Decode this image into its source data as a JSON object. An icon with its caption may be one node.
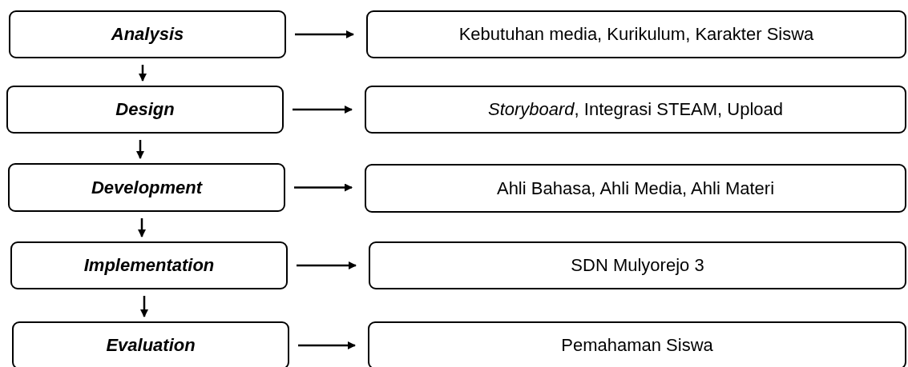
{
  "diagram": {
    "nodes": [
      {
        "text": [
          "Analysis"
        ]
      },
      {
        "text": [
          "Kebutuhan media, Kurikulum, Karakter Siswa"
        ]
      },
      {
        "text": [
          "Design"
        ]
      },
      {
        "text": [
          "*Storyboard*, Integrasi STEAM, Upload"
        ]
      },
      {
        "text": [
          "Development"
        ]
      },
      {
        "text": [
          "Ahli Bahasa, Ahli Media, Ahli Materi"
        ]
      },
      {
        "text": [
          "Implementation"
        ]
      },
      {
        "text": [
          "SDN Mulyorejo 3"
        ]
      },
      {
        "text": [
          "Evaluation"
        ]
      },
      {
        "text": [
          "Pemahaman Siswa"
        ]
      }
    ],
    "edges": [
      {
        "from": 0,
        "to": 1,
        "arrow": "to"
      },
      {
        "from": 0,
        "to": 2,
        "arrow": "to"
      },
      {
        "from": 2,
        "to": 3,
        "arrow": "to"
      },
      {
        "from": 2,
        "to": 4,
        "arrow": "to"
      },
      {
        "from": 4,
        "to": 5,
        "arrow": "to"
      },
      {
        "from": 4,
        "to": 6,
        "arrow": "to"
      },
      {
        "from": 6,
        "to": 7,
        "arrow": "to"
      },
      {
        "from": 6,
        "to": 8,
        "arrow": "to"
      },
      {
        "from": 8,
        "to": 9,
        "arrow": "to"
      }
    ]
  }
}
